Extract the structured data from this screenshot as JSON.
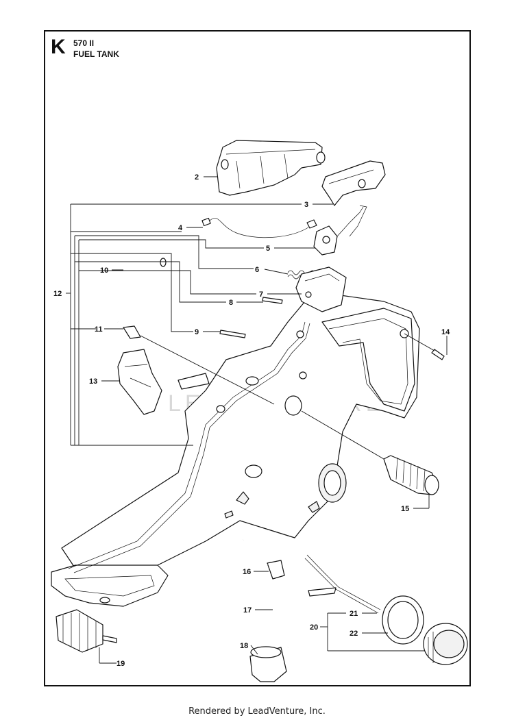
{
  "header": {
    "section_letter": "K",
    "model": "570 II",
    "title": "FUEL TANK"
  },
  "callouts": [
    "2",
    "3",
    "4",
    "5",
    "6",
    "7",
    "8",
    "9",
    "10",
    "11",
    "12",
    "13",
    "14",
    "15",
    "16",
    "17",
    "18",
    "19",
    "20",
    "21",
    "22"
  ],
  "watermark": "LEADVENTURE",
  "footer": "Rendered by LeadVenture, Inc."
}
